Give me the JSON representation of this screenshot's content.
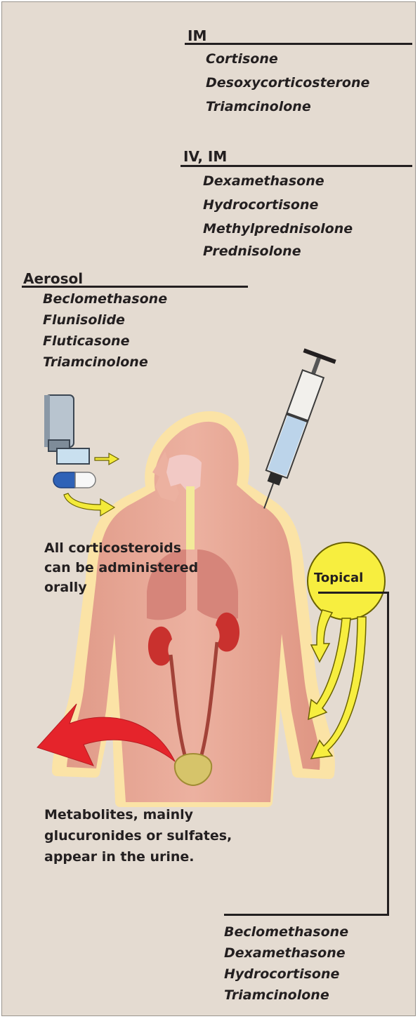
{
  "im": {
    "header": "IM",
    "drugs": [
      "Cortisone",
      "Desoxycorticosterone",
      "Triamcinolone"
    ]
  },
  "iv_im": {
    "header": "IV, IM",
    "drugs": [
      "Dexamethasone",
      "Hydrocortisone",
      "Methylprednisolone",
      "Prednisolone"
    ]
  },
  "aerosol": {
    "header": "Aerosol",
    "drugs": [
      "Beclomethasone",
      "Flunisolide",
      "Fluticasone",
      "Triamcinolone"
    ]
  },
  "oral_note": [
    "All corticosteroids",
    "can be administered",
    "orally"
  ],
  "topical": {
    "label": "Topical",
    "drugs": [
      "Beclomethasone",
      "Dexamethasone",
      "Hydrocortisone",
      "Triamcinolone"
    ]
  },
  "excretion_note": [
    "Metabolites, mainly",
    "glucuronides or sulfates,",
    "appear in the urine."
  ],
  "colors": {
    "background": "#e4dbd1",
    "skin": "#e6a08e",
    "glow": "#fbe3a6",
    "arrow_yellow": "#f3ea3a",
    "arrow_red": "#e5242b",
    "kidney": "#c9312e",
    "syringe_fluid": "#bcd4ea"
  },
  "icons": [
    "inhaler-icon",
    "capsule-icon",
    "syringe-icon",
    "human-body-icon",
    "kidney-icon",
    "bladder-icon"
  ]
}
